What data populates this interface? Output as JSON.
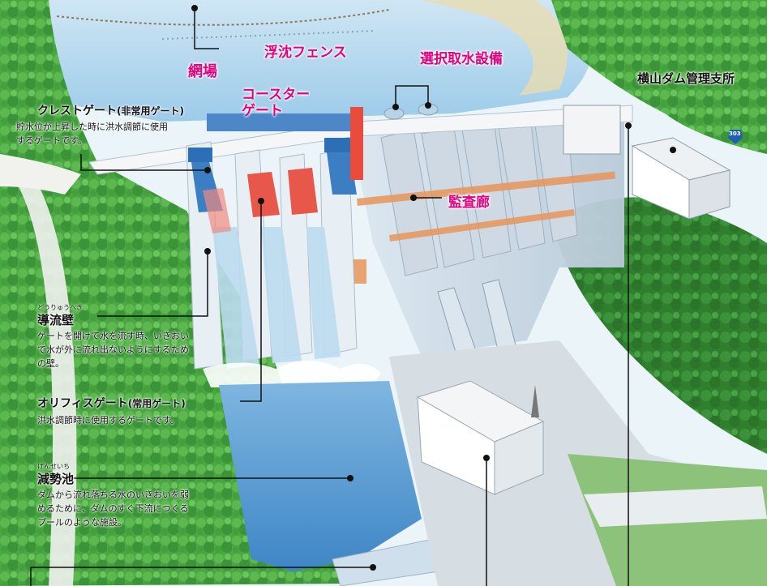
{
  "labels": {
    "amiba": "網場",
    "fuchin_fence": "浮沈フェンス",
    "sentaku_shusui": "選択取水設備",
    "coaster_gate_line1": "コースター",
    "coaster_gate_line2": "ゲート",
    "kansa_ro": "監査廊",
    "kanri_shisho": "横山ダム管理支所",
    "crest_gate_title": "クレストゲート",
    "crest_gate_sub": "(非常用ゲート)",
    "crest_gate_desc1": "貯水位が上昇した時に洪水調節に使用",
    "crest_gate_desc2": "するゲートです。",
    "doryuheki_ruby": "どうりゅうへき",
    "doryuheki_title": "導流壁",
    "doryuheki_desc1": "ゲートを開けて水を流す時、いきおい",
    "doryuheki_desc2": "で水が外に流れ出ないようにするため",
    "doryuheki_desc3": "の壁。",
    "orifice_title": "オリフィスゲート",
    "orifice_sub": "(常用ゲート)",
    "orifice_desc": "洪水調節時に使用するゲートです。",
    "genseichi_ruby": "げんせいち",
    "genseichi_title": "減勢池",
    "genseichi_desc1": "ダムから流れ落ちる水のいきおいを弱",
    "genseichi_desc2": "めるために、ダムのすぐ下流につくる",
    "genseichi_desc3": "プールのような施設。",
    "route_number": "303"
  },
  "colors": {
    "label_accent": "#e4007f",
    "leader_line": "#111111",
    "forest": "#3f9a3a",
    "water": "#8fc3e6",
    "concrete": "#e9edf1",
    "orifice_gate": "#e8584a",
    "crest_gate": "#2d6fb5"
  }
}
